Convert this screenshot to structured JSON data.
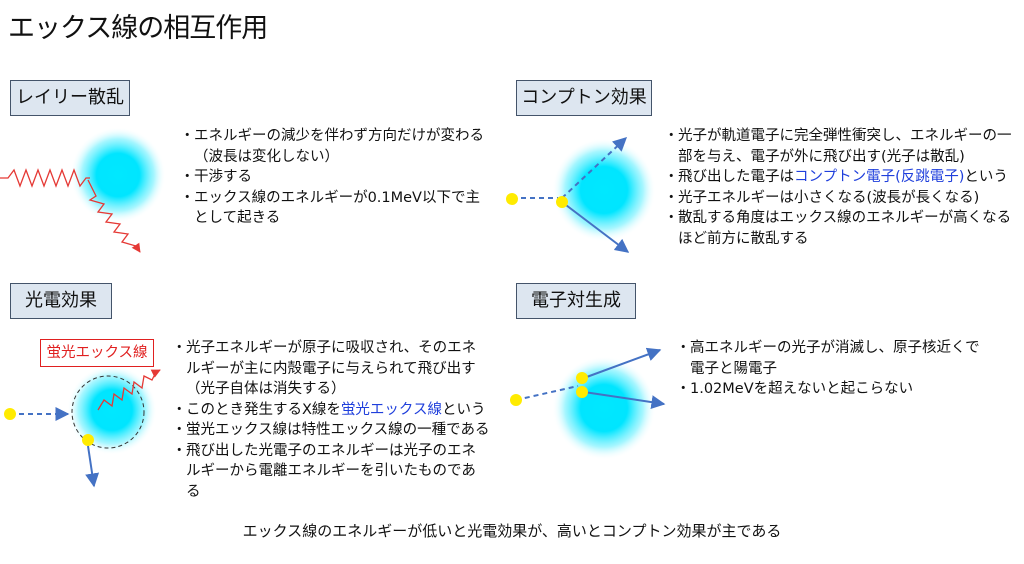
{
  "title": "エックス線の相互作用",
  "sections": {
    "rayleigh": {
      "label": "レイリー散乱",
      "bullets": [
        "エネルギーの減少を伴わず方向だけが変わる（波長は変化しない）",
        "干渉する",
        "エックス線のエネルギーが0.1MeV以下で主として起きる"
      ]
    },
    "compton": {
      "label": "コンプトン効果",
      "bullets": [
        "光子が軌道電子に完全弾性衝突し、エネルギーの一部を与え、電子が外に飛び出す(光子は散乱)",
        "飛び出した電子は",
        "コンプトン電子(反跳電子)",
        "という",
        "光子エネルギーは小さくなる(波長が長くなる)",
        "散乱する角度はエックス線のエネルギーが高くなるほど前方に散乱する"
      ]
    },
    "photoelectric": {
      "label": "光電効果",
      "fluorescence_label": "蛍光エックス線",
      "bullets": [
        "光子エネルギーが原子に吸収され、そのエネルギーが主に内殻電子に与えられて飛び出す（光子自体は消失する）",
        "このとき発生するX線を",
        "蛍光エックス線",
        "という",
        "蛍光エックス線は特性エックス線の一種である",
        "飛び出した光電子のエネルギーは光子のエネルギーから電離エネルギーを引いたものである"
      ]
    },
    "pair": {
      "label": "電子対生成",
      "bullets": [
        "高エネルギーの光子が消滅し、原子核近くで電子と陽電子",
        "1.02MeVを超えないと起こらない"
      ]
    }
  },
  "footer": "エックス線のエネルギーが低いと光電効果が、高いとコンプトン効果が主である",
  "colors": {
    "label_bg": "#dde6f0",
    "atom": "#00e5ff",
    "wave": "#e53935",
    "arrow": "#4472c4",
    "particle": "#ffeb00",
    "highlight": "#1f3fdc"
  }
}
